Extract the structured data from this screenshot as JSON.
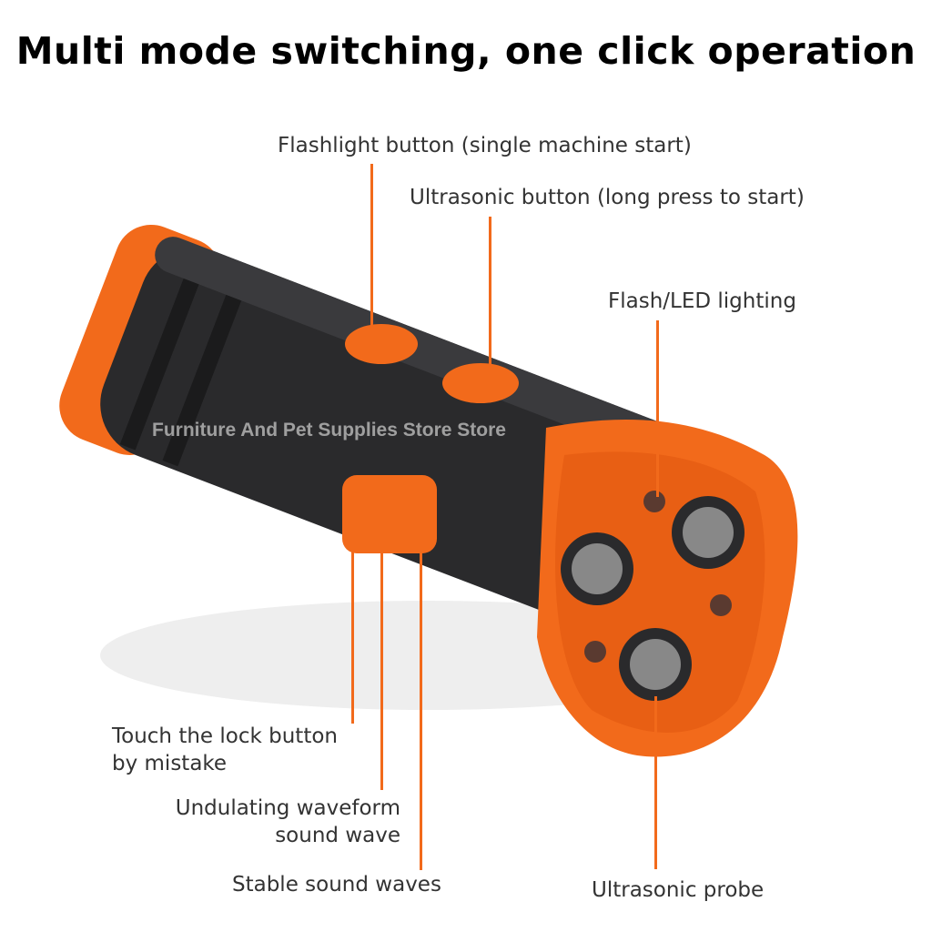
{
  "title": "Multi mode switching, one click operation",
  "watermark": "Furniture And Pet Supplies Store Store",
  "labels": {
    "flashlight_button": "Flashlight button (single machine start)",
    "ultrasonic_button": "Ultrasonic button (long press to start)",
    "flash_led": "Flash/LED lighting",
    "lock_line1": "Touch the lock button",
    "lock_line2": "by mistake",
    "undulating_line1": "Undulating waveform",
    "undulating_line2": "sound wave",
    "stable": "Stable sound waves",
    "probe": "Ultrasonic probe"
  },
  "colors": {
    "accent": "#f26a1b",
    "body": "#2a2a2c"
  }
}
